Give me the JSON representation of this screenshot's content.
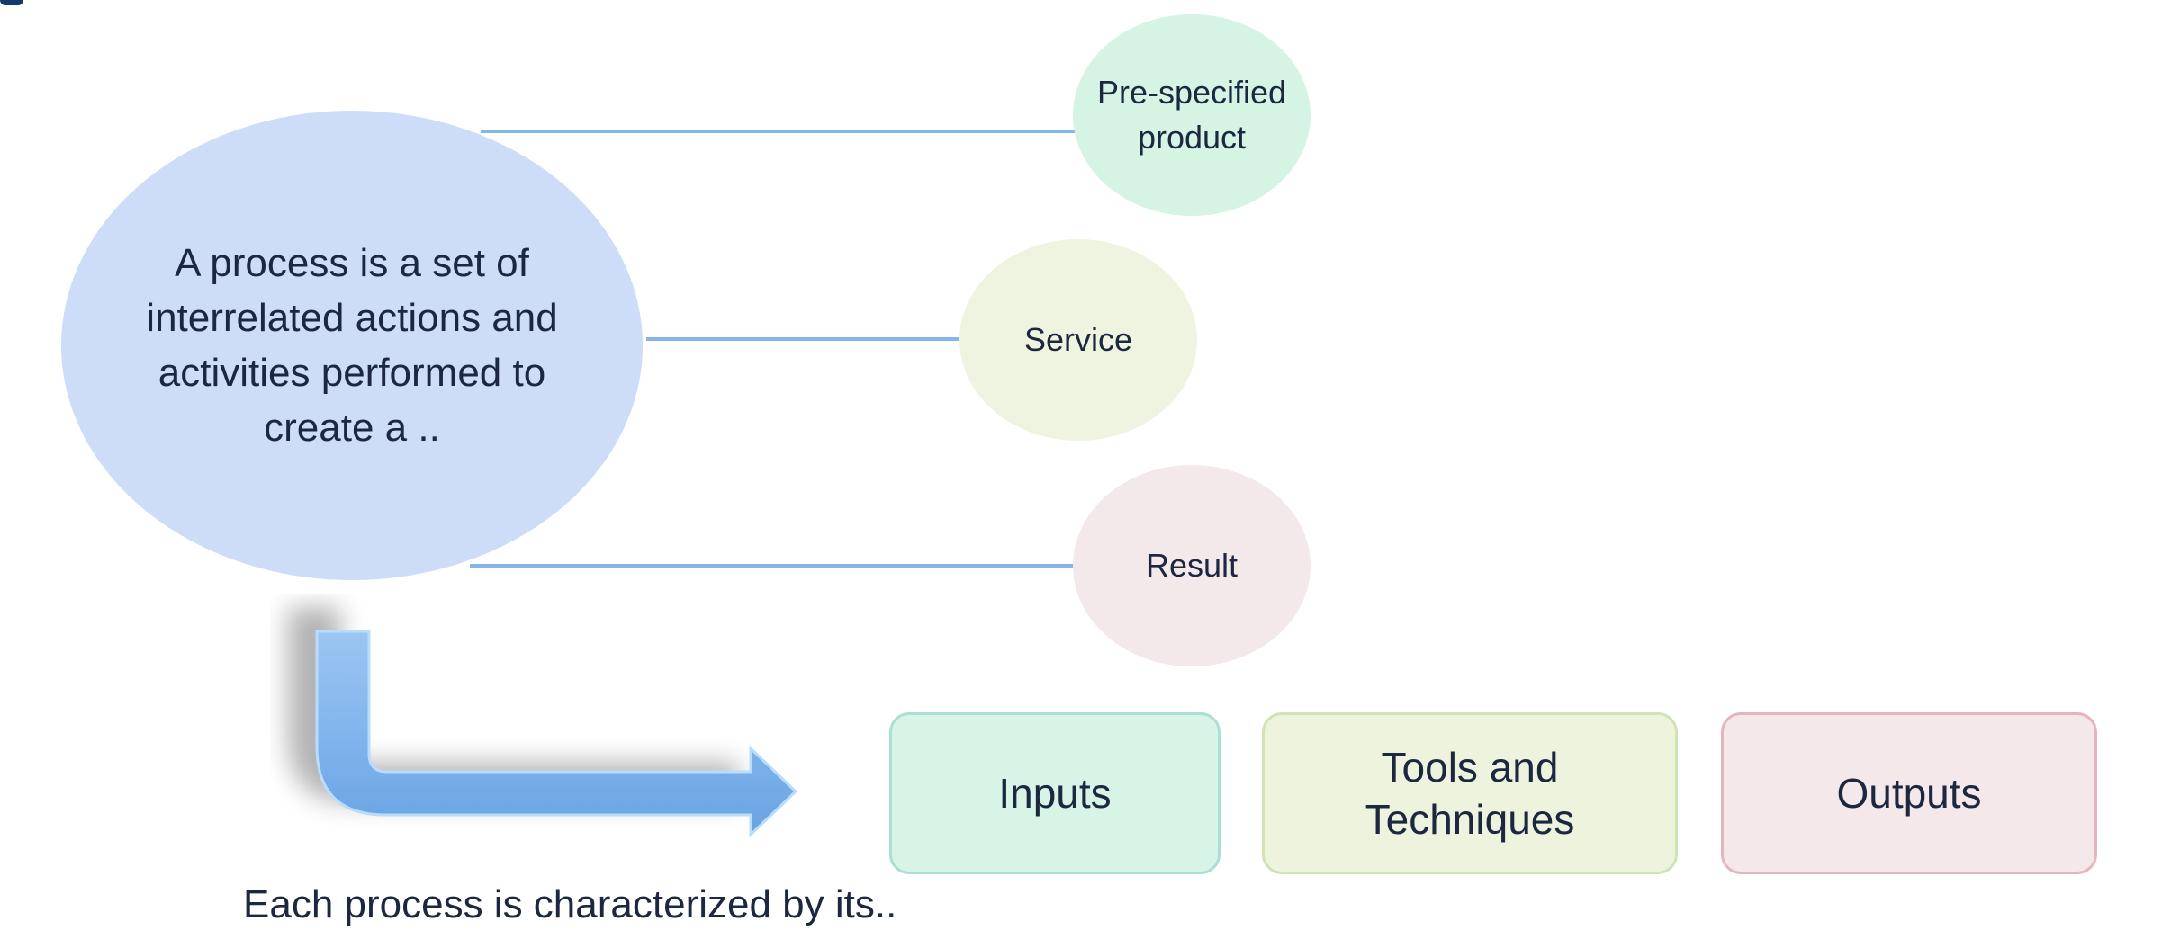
{
  "diagram": {
    "central_statement": "A process is a set of interrelated actions and activities performed to create a ..",
    "outcomes": [
      {
        "label": "Pre-specified product"
      },
      {
        "label": "Service"
      },
      {
        "label": "Result"
      }
    ],
    "characteristics": [
      {
        "label": "Inputs"
      },
      {
        "label": "Tools and Techniques"
      },
      {
        "label": "Outputs"
      }
    ],
    "caption": "Each process is characterized by its..",
    "colors": {
      "central": "#cddcf7",
      "product": "#d6f4e3",
      "service": "#eef4df",
      "result": "#f3e8ea",
      "connector": "#86b6e8",
      "arrow": "#7eb3ec",
      "title": "#143a6b"
    }
  }
}
